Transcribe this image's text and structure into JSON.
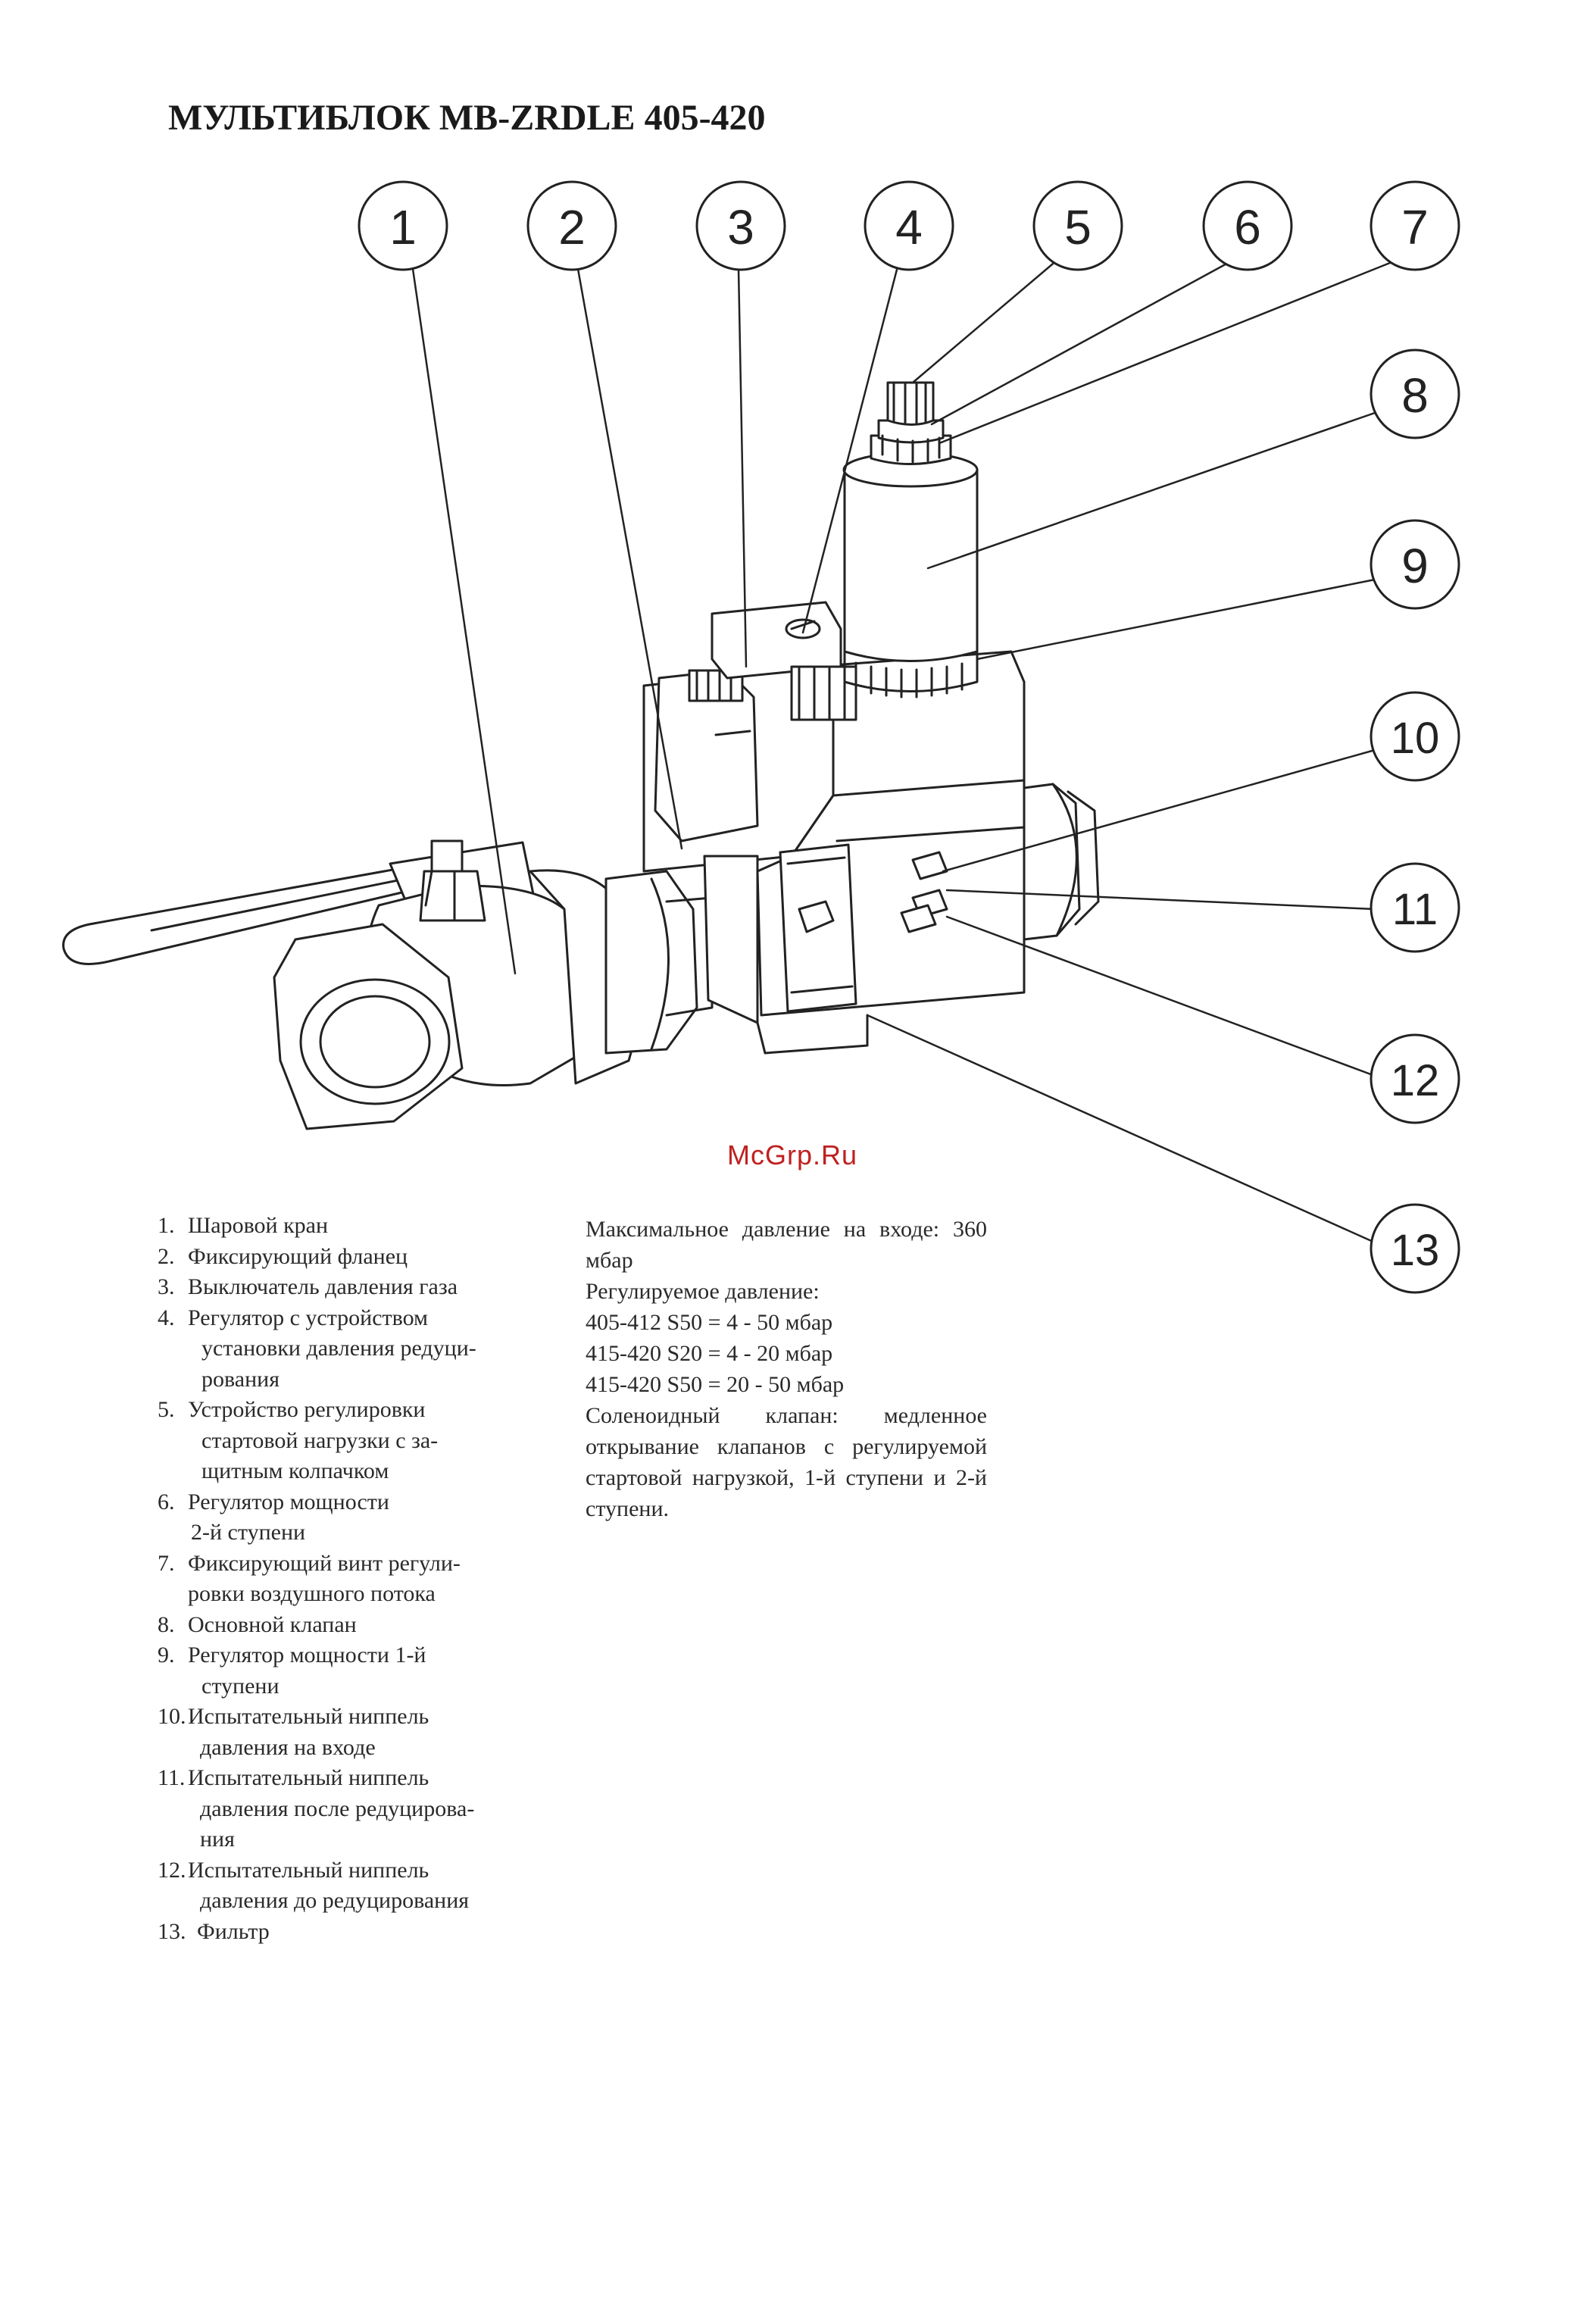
{
  "title": "МУЛЬТИБЛОК MB-ZRDLE 405-420",
  "callouts": [
    "1",
    "2",
    "3",
    "4",
    "5",
    "6",
    "7",
    "8",
    "9",
    "10",
    "11",
    "12",
    "13"
  ],
  "watermark": "McGrp.Ru",
  "legend": [
    {
      "num": "1.",
      "lines": [
        "Шаровой кран"
      ]
    },
    {
      "num": "2.",
      "lines": [
        "Фиксирующий фланец"
      ]
    },
    {
      "num": "3.",
      "lines": [
        "Выключатель давления газа"
      ]
    },
    {
      "num": "4.",
      "lines": [
        "Регулятор с устройством",
        "установки давления редуци-",
        "рования"
      ]
    },
    {
      "num": "5.",
      "lines": [
        "Устройство регулировки",
        "стартовой нагрузки с за-",
        "щитным колпачком"
      ]
    },
    {
      "num": "6.",
      "lines": [
        "Регулятор мощности",
        "2-й ступени"
      ]
    },
    {
      "num": "7.",
      "lines": [
        "Фиксирующий винт регули-",
        "ровки воздушного потока"
      ]
    },
    {
      "num": "8.",
      "lines": [
        "Основной клапан"
      ]
    },
    {
      "num": "9.",
      "lines": [
        "Регулятор мощности 1-й",
        "ступени"
      ]
    },
    {
      "num": "10.",
      "lines": [
        "Испытательный ниппель",
        "давления на входе"
      ]
    },
    {
      "num": "11.",
      "lines": [
        "Испытательный ниппель",
        "давления после редуцирова-",
        "ния"
      ]
    },
    {
      "num": "12.",
      "lines": [
        "Испытательный ниппель",
        "давления до редуцирования"
      ]
    },
    {
      "num": "13.",
      "lines": [
        "Фильтр"
      ]
    }
  ],
  "specs": {
    "max_pressure": "Максимальное давление на входе: 360 мбар",
    "regulated_label": "Регулируемое давление:",
    "regulated_lines": [
      "405-412 S50 = 4 - 50 мбар",
      "415-420 S20 = 4 - 20 мбар",
      "415-420 S50 = 20 - 50 мбар"
    ],
    "solenoid": "Соленоидный клапан: медленное открывание клапанов с регулируемой стартовой нагрузкой, 1-й ступени и 2-й ступени."
  }
}
